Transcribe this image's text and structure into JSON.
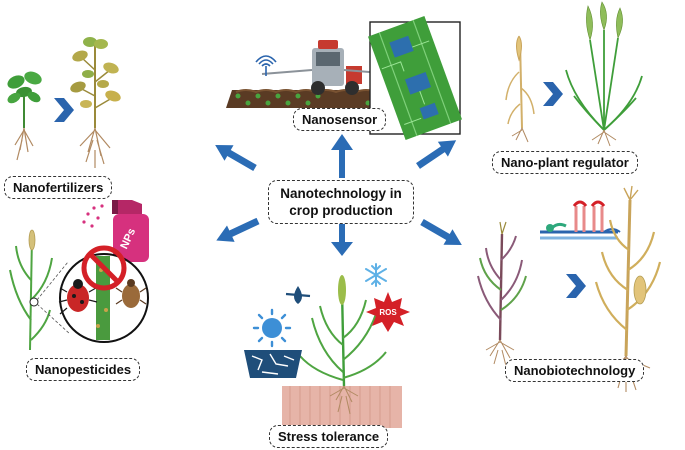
{
  "center": {
    "line1": "Nanotechnology in",
    "line2": "crop production"
  },
  "labels": {
    "nanosensor": "Nanosensor",
    "nanofertilizers": "Nanofertilizers",
    "nanopesticides": "Nanopesticides",
    "nano_plant_regulator": "Nano-plant regulator",
    "nanobiotechnology": "Nanobiotechnology",
    "stress_tolerance": "Stress tolerance"
  },
  "badges": {
    "spray": "NPs",
    "ros": "ROS"
  },
  "colors": {
    "arrow": "#2b6cb5",
    "chevron": "#2a64ad",
    "leaf": "#3f9e3a",
    "stem_dry": "#c9a45a",
    "root": "#b18a62",
    "soil_brown": "#5a3b24",
    "spray_bottle": "#d6317e",
    "ros_star": "#d42027",
    "snowflake": "#5fb1e6",
    "sun": "#3d8fd6",
    "soil_pink": "#e6b4a8"
  },
  "icons": [
    "drone-sprayer-icon",
    "wifi-signal-icon",
    "circuit-board-icon",
    "snowflake-icon",
    "sun-icon",
    "ros-star-icon",
    "no-water-icon",
    "spray-bottle-icon",
    "no-pest-icon",
    "dna-plasmid-icon"
  ]
}
